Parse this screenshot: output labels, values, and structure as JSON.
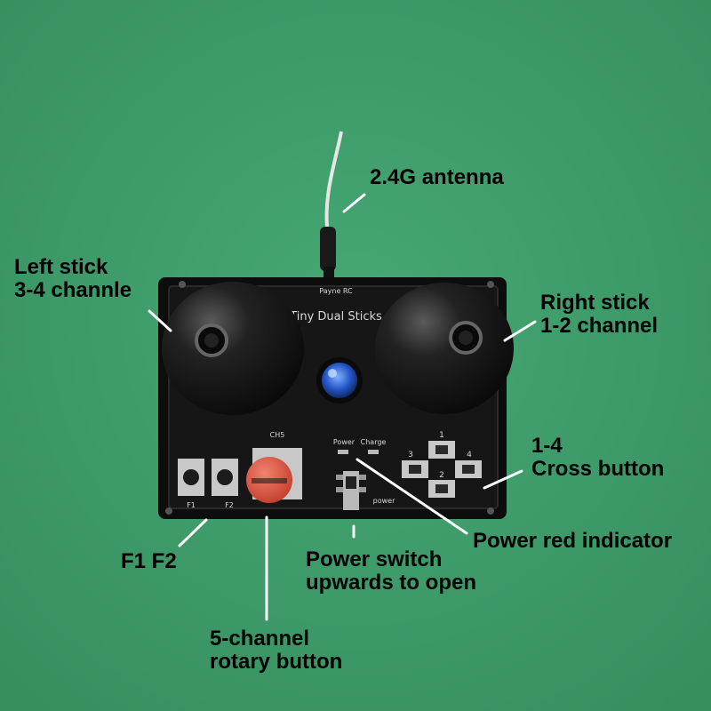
{
  "photo": {
    "colors": {
      "background": "#3e9e6c",
      "board": "#111111",
      "stick": "#1c1c1c",
      "knob": "#e0533f",
      "led": "#2a5fd6",
      "label_text": "#000000"
    },
    "board": {
      "brand": "Payne RC",
      "title": "Tiny Dual Sticks",
      "silkscreen": {
        "ch5": "CH5",
        "power": "Power",
        "charge": "Charge",
        "f1": "F1",
        "f2": "F2",
        "btn1": "1",
        "btn2": "2",
        "btn3": "3",
        "btn4": "4",
        "switch": "power"
      }
    }
  },
  "annotations": {
    "antenna": {
      "line1": "2.4G antenna"
    },
    "left_stick": {
      "line1": "Left stick",
      "line2": "3-4 channle"
    },
    "right_stick": {
      "line1": "Right stick",
      "line2": "1-2 channel"
    },
    "cross_button": {
      "line1": "1-4",
      "line2": "Cross button"
    },
    "power_indicator": {
      "line1": "Power red indicator"
    },
    "f_buttons": {
      "line1": "F1 F2"
    },
    "power_switch": {
      "line1": "Power switch",
      "line2": "upwards to open"
    },
    "rotary": {
      "line1": "5-channel",
      "line2": "rotary button"
    }
  }
}
